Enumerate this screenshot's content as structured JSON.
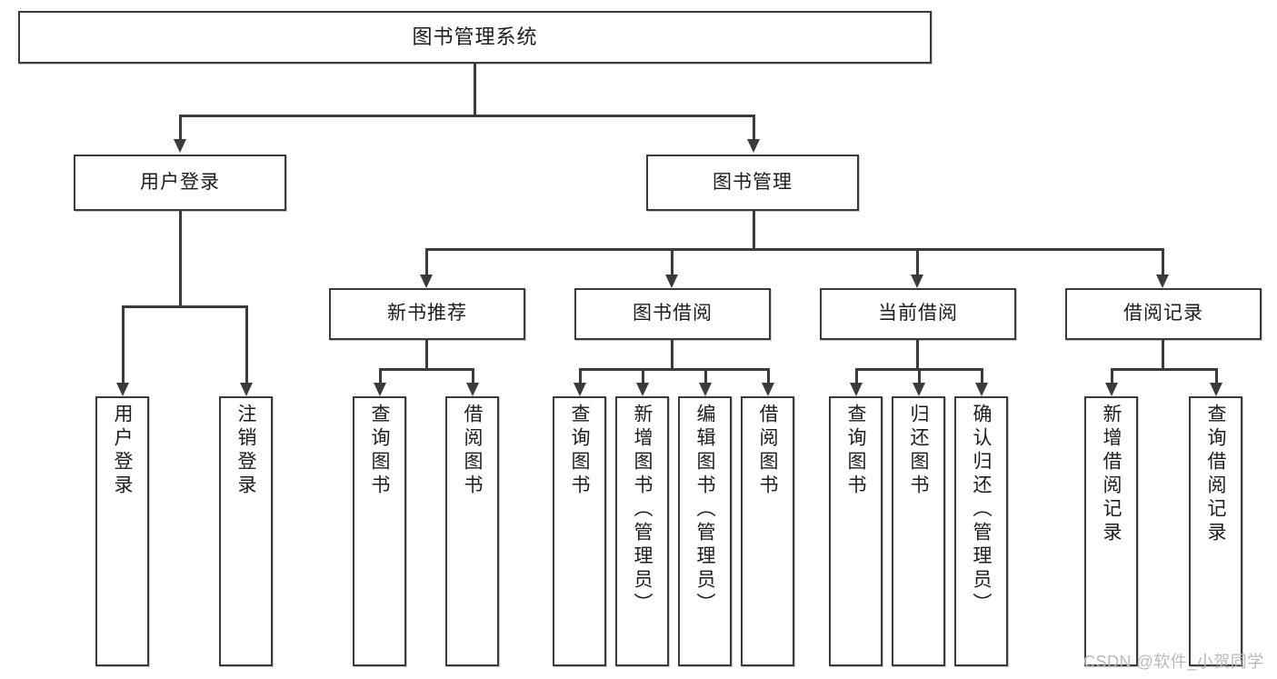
{
  "diagram": {
    "type": "tree-hierarchy-chart",
    "title": "图书管理系统",
    "orientation": "top-down",
    "colors": {
      "box_border": "#3b3b3b",
      "box_fill": "#ffffff",
      "connector": "#3b3b3b",
      "text": "#1c1c1c",
      "watermark": "#b9b9b9",
      "background": "#ffffff"
    }
  },
  "root": {
    "label": "图书管理系统"
  },
  "level2": [
    {
      "id": "user-login",
      "label": "用户登录"
    },
    {
      "id": "book-manage",
      "label": "图书管理"
    }
  ],
  "level3": [
    {
      "id": "new-book-recommend",
      "label": "新书推荐",
      "parent": "book-manage"
    },
    {
      "id": "book-borrow",
      "label": "图书借阅",
      "parent": "book-manage"
    },
    {
      "id": "current-borrow",
      "label": "当前借阅",
      "parent": "book-manage"
    },
    {
      "id": "borrow-record",
      "label": "借阅记录",
      "parent": "book-manage"
    }
  ],
  "leaves": {
    "user-login": [
      {
        "id": "leaf-user-login",
        "label": "用户登录"
      },
      {
        "id": "leaf-user-logout",
        "label": "注销登录"
      }
    ],
    "new-book-recommend": [
      {
        "id": "leaf-query-book-1",
        "label": "查询图书"
      },
      {
        "id": "leaf-borrow-book-1",
        "label": "借阅图书"
      }
    ],
    "book-borrow": [
      {
        "id": "leaf-query-book-2",
        "label": "查询图书"
      },
      {
        "id": "leaf-add-book",
        "label": "新增图书（管理员）"
      },
      {
        "id": "leaf-edit-book",
        "label": "编辑图书（管理员）"
      },
      {
        "id": "leaf-borrow-book-2",
        "label": "借阅图书"
      }
    ],
    "current-borrow": [
      {
        "id": "leaf-query-book-3",
        "label": "查询图书"
      },
      {
        "id": "leaf-return-book",
        "label": "归还图书"
      },
      {
        "id": "leaf-confirm-return",
        "label": "确认归还（管理员）"
      }
    ],
    "borrow-record": [
      {
        "id": "leaf-add-record",
        "label": "新增借阅记录"
      },
      {
        "id": "leaf-query-record",
        "label": "查询借阅记录"
      }
    ]
  },
  "watermark": {
    "text": "CSDN @软件_小贺同学"
  }
}
